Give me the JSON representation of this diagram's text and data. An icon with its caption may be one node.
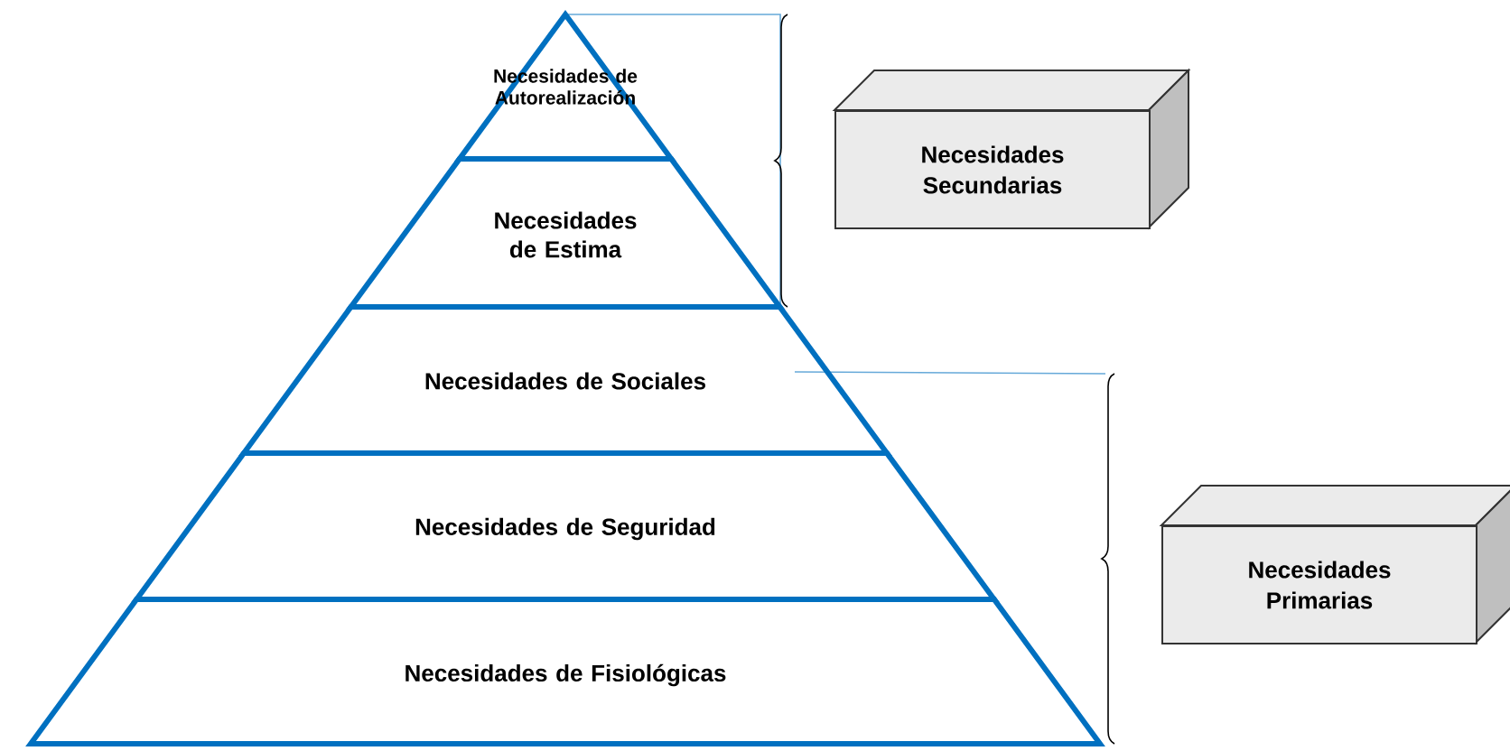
{
  "diagram": {
    "nodes": [
      {
        "text": [
          "Necesidades de Autorealización"
        ]
      },
      {
        "text": [
          "Necesidades de Estima"
        ]
      },
      {
        "text": [
          "Necesidades de Sociales"
        ]
      },
      {
        "text": [
          "Necesidades de Seguridad"
        ]
      },
      {
        "text": [
          "Necesidades de Fisiológicas"
        ]
      },
      {
        "text": [
          "Necesidades Secundarias"
        ]
      },
      {
        "text": [
          "Necesidades Primarias"
        ]
      }
    ]
  }
}
